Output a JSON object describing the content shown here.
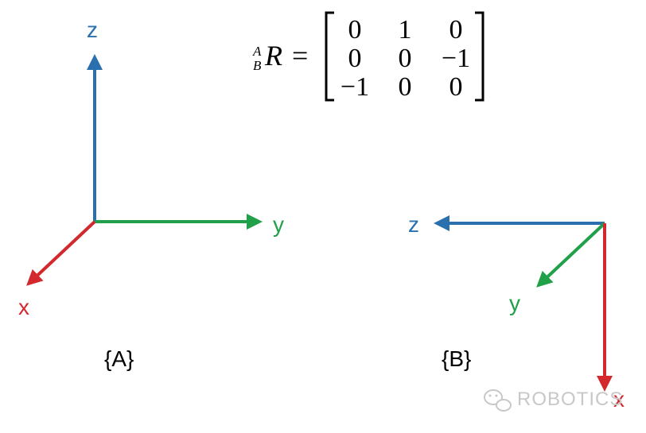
{
  "colors": {
    "x_axis": "#d2282e",
    "y_axis": "#21a04a",
    "z_axis": "#2a6fae",
    "text": "#000000",
    "watermark": "#c8c8c8"
  },
  "frame_a": {
    "label": "{A}",
    "x_label": "x",
    "y_label": "y",
    "z_label": "z"
  },
  "frame_b": {
    "label": "{B}",
    "x_label": "x",
    "y_label": "y",
    "z_label": "z"
  },
  "equation": {
    "superscript": "A",
    "subscript": "B",
    "symbol": "R",
    "equals": "=",
    "matrix": [
      [
        "0",
        "1",
        "0"
      ],
      [
        "0",
        "0",
        "−1"
      ],
      [
        "−1",
        "0",
        "0"
      ]
    ]
  },
  "watermark": {
    "text": "ROBOTICS",
    "icon": "wechat-icon"
  }
}
